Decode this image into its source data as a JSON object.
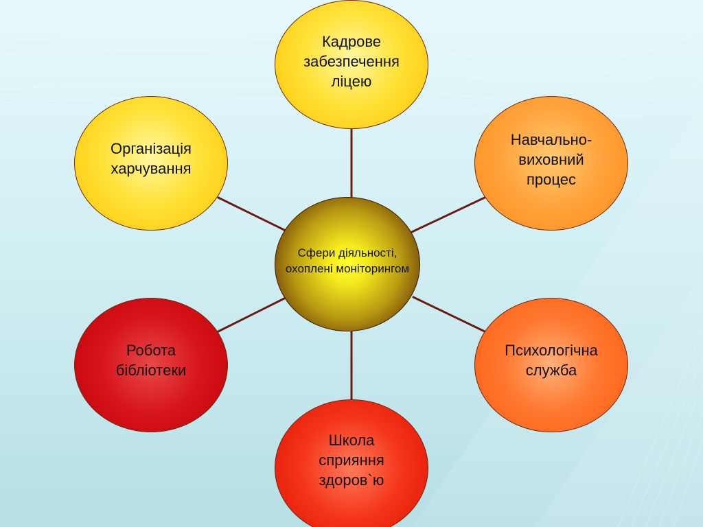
{
  "center": {
    "label": "Сфери діяльності,\nохоплені моніторингом"
  },
  "nodes": {
    "staff": "Кадрове\nзабезпечення\nліцею",
    "edu": "Навчально-\nвиховний\nпроцес",
    "psych": "Психологічна\nслужба",
    "health": "Школа\nсприяння\nздоров`ю",
    "library": "Робота\nбібліотеки",
    "food": "Організація\nхарчування"
  },
  "colors": {
    "connector": "#6b1a10",
    "accent_line": "#5aa7d8",
    "staff": "#ffd21a",
    "edu": "#ff9a30",
    "psych": "#ff6a20",
    "health": "#ee2a10",
    "library": "#d01018",
    "food": "#ffd21a",
    "center": "#f0e41c"
  }
}
